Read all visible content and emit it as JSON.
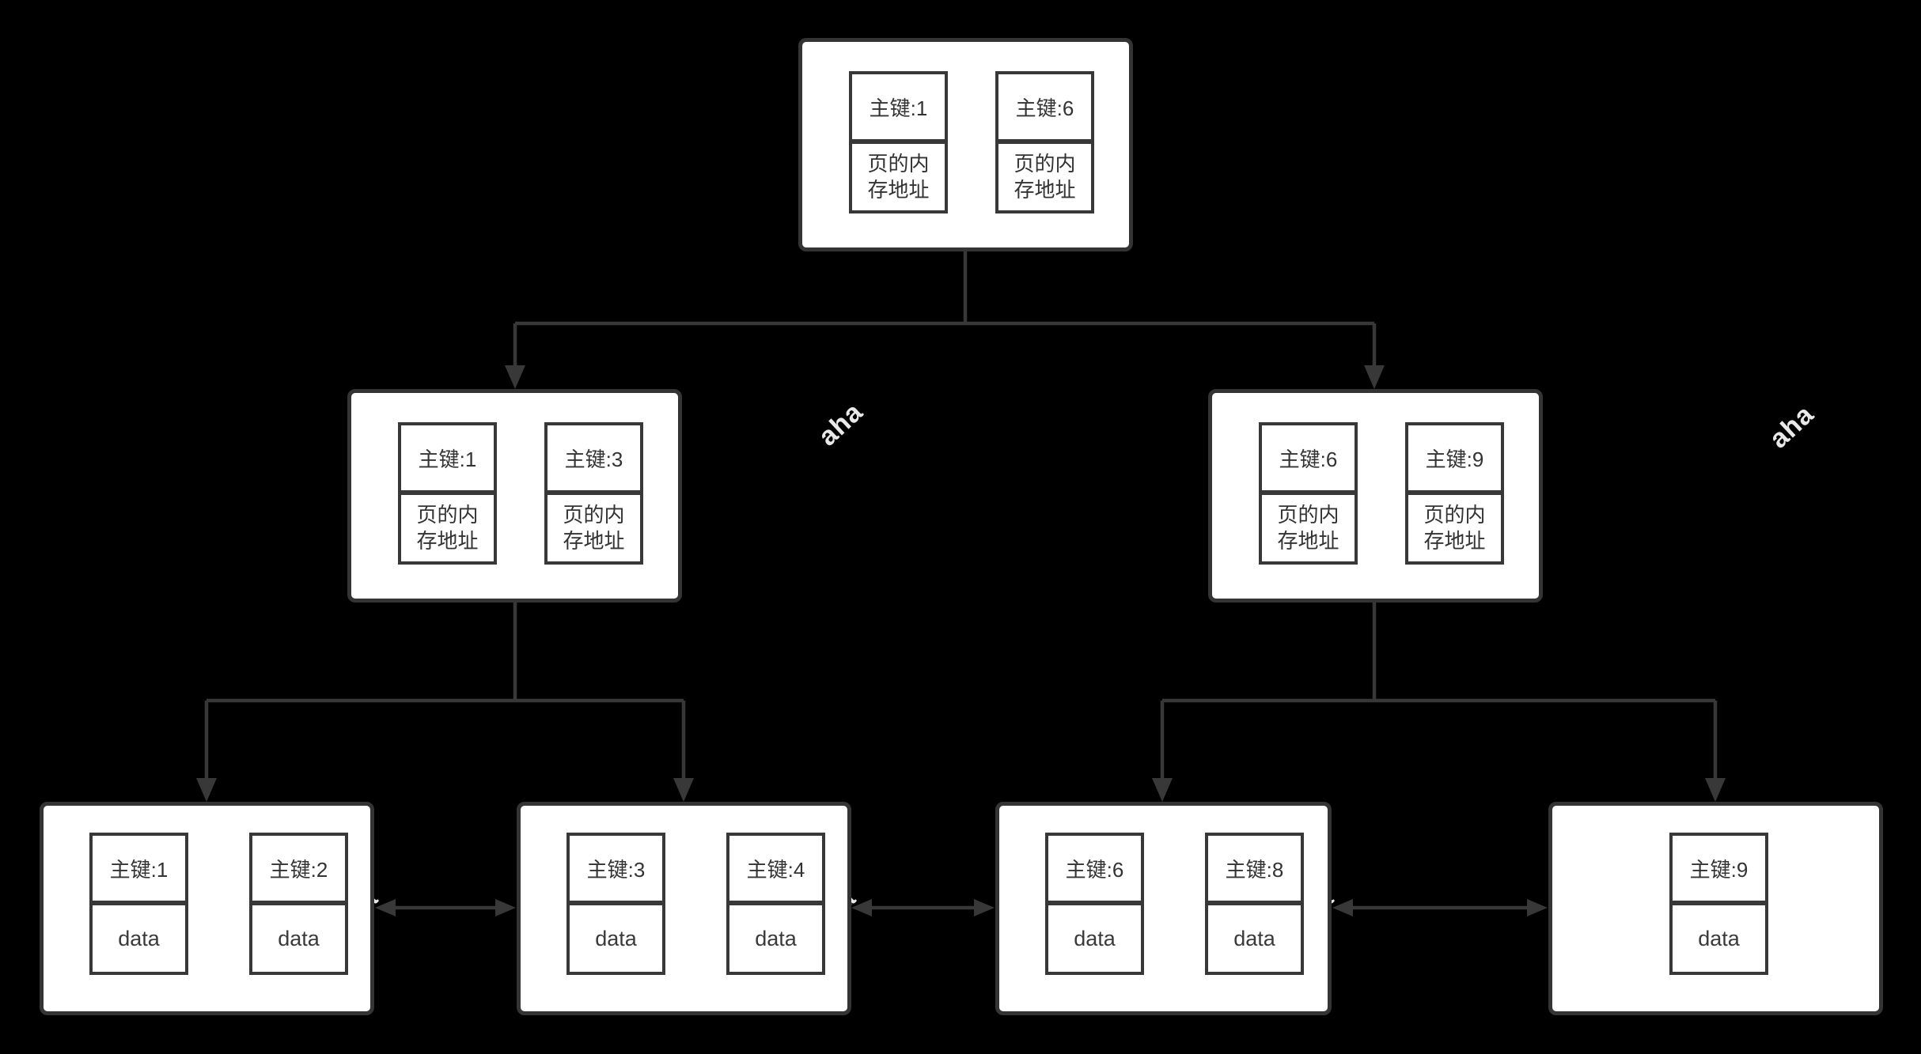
{
  "background": "#000000",
  "colors": {
    "node_fill": "#ffffff",
    "node_border": "#343434",
    "cell_border": "#383838",
    "connector": "#383838",
    "text": "#333333",
    "watermark": "#e9e9e9"
  },
  "watermark": {
    "text": "aha"
  },
  "nodes": {
    "root": {
      "cells": [
        {
          "key": "主键:1",
          "value": "页的内存地址"
        },
        {
          "key": "主键:6",
          "value": "页的内存地址"
        }
      ]
    },
    "internal_left": {
      "cells": [
        {
          "key": "主键:1",
          "value": "页的内存地址"
        },
        {
          "key": "主键:3",
          "value": "页的内存地址"
        }
      ]
    },
    "internal_right": {
      "cells": [
        {
          "key": "主键:6",
          "value": "页的内存地址"
        },
        {
          "key": "主键:9",
          "value": "页的内存地址"
        }
      ]
    },
    "leaf_1": {
      "cells": [
        {
          "key": "主键:1",
          "value": "data"
        },
        {
          "key": "主键:2",
          "value": "data"
        }
      ]
    },
    "leaf_2": {
      "cells": [
        {
          "key": "主键:3",
          "value": "data"
        },
        {
          "key": "主键:4",
          "value": "data"
        }
      ]
    },
    "leaf_3": {
      "cells": [
        {
          "key": "主键:6",
          "value": "data"
        },
        {
          "key": "主键:8",
          "value": "data"
        }
      ]
    },
    "leaf_4": {
      "cells": [
        {
          "key": "主键:9",
          "value": "data"
        }
      ]
    }
  }
}
